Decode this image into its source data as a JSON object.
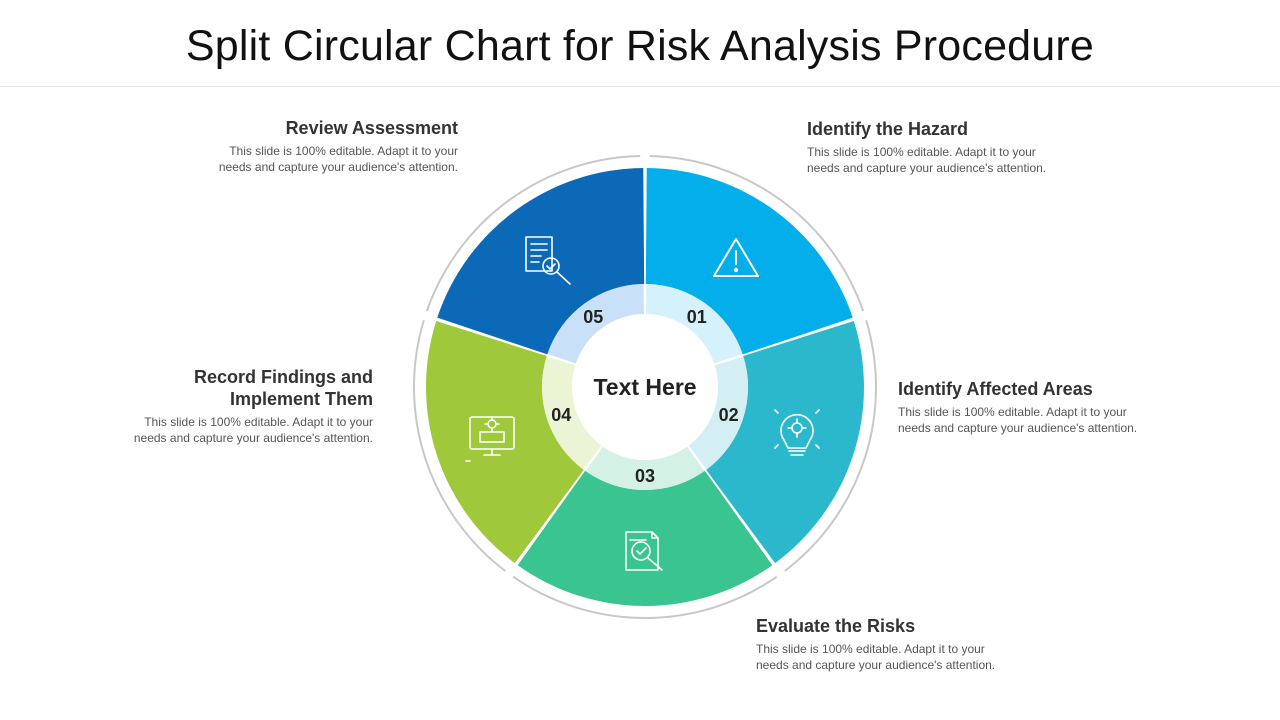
{
  "title": "Split Circular Chart for Risk Analysis Procedure",
  "center_text": "Text Here",
  "colors": {
    "outer_ring": "#c8c8c8",
    "inner_ring_divider": "#ffffff"
  },
  "steps": [
    {
      "number": "01",
      "heading": "Identify the Hazard",
      "body_line1": "This slide is 100% editable. Adapt it to your",
      "body_line2": "needs and capture your audience's attention.",
      "color": "#03aeeb",
      "inner_color": "#d5f1fb",
      "icon": "warning-triangle-icon"
    },
    {
      "number": "02",
      "heading": "Identify Affected Areas",
      "body_line1": "This slide is 100% editable. Adapt it to your",
      "body_line2": "needs and capture your audience's attention.",
      "color": "#2bb8cc",
      "inner_color": "#d3eff3",
      "icon": "lightbulb-gear-icon"
    },
    {
      "number": "03",
      "heading": "Evaluate the Risks",
      "body_line1": "This slide is 100% editable. Adapt it to your",
      "body_line2": "needs and capture your audience's attention.",
      "color": "#39c490",
      "inner_color": "#d4f1e5",
      "icon": "document-magnifier-icon"
    },
    {
      "number": "04",
      "heading": "Record Findings and Implement Them",
      "heading_line1": "Record Findings and",
      "heading_line2": "Implement Them",
      "body_line1": "This slide is 100% editable. Adapt it to your",
      "body_line2": "needs and capture your audience's attention.",
      "color": "#9fc93a",
      "inner_color": "#ebf4d5",
      "icon": "monitor-gear-icon"
    },
    {
      "number": "05",
      "heading": "Review Assessment",
      "body_line1": "This slide is 100% editable. Adapt it to your",
      "body_line2": "needs and capture your audience's attention.",
      "color": "#0b69b7",
      "inner_color": "#c9e1f8",
      "icon": "document-check-icon"
    }
  ]
}
